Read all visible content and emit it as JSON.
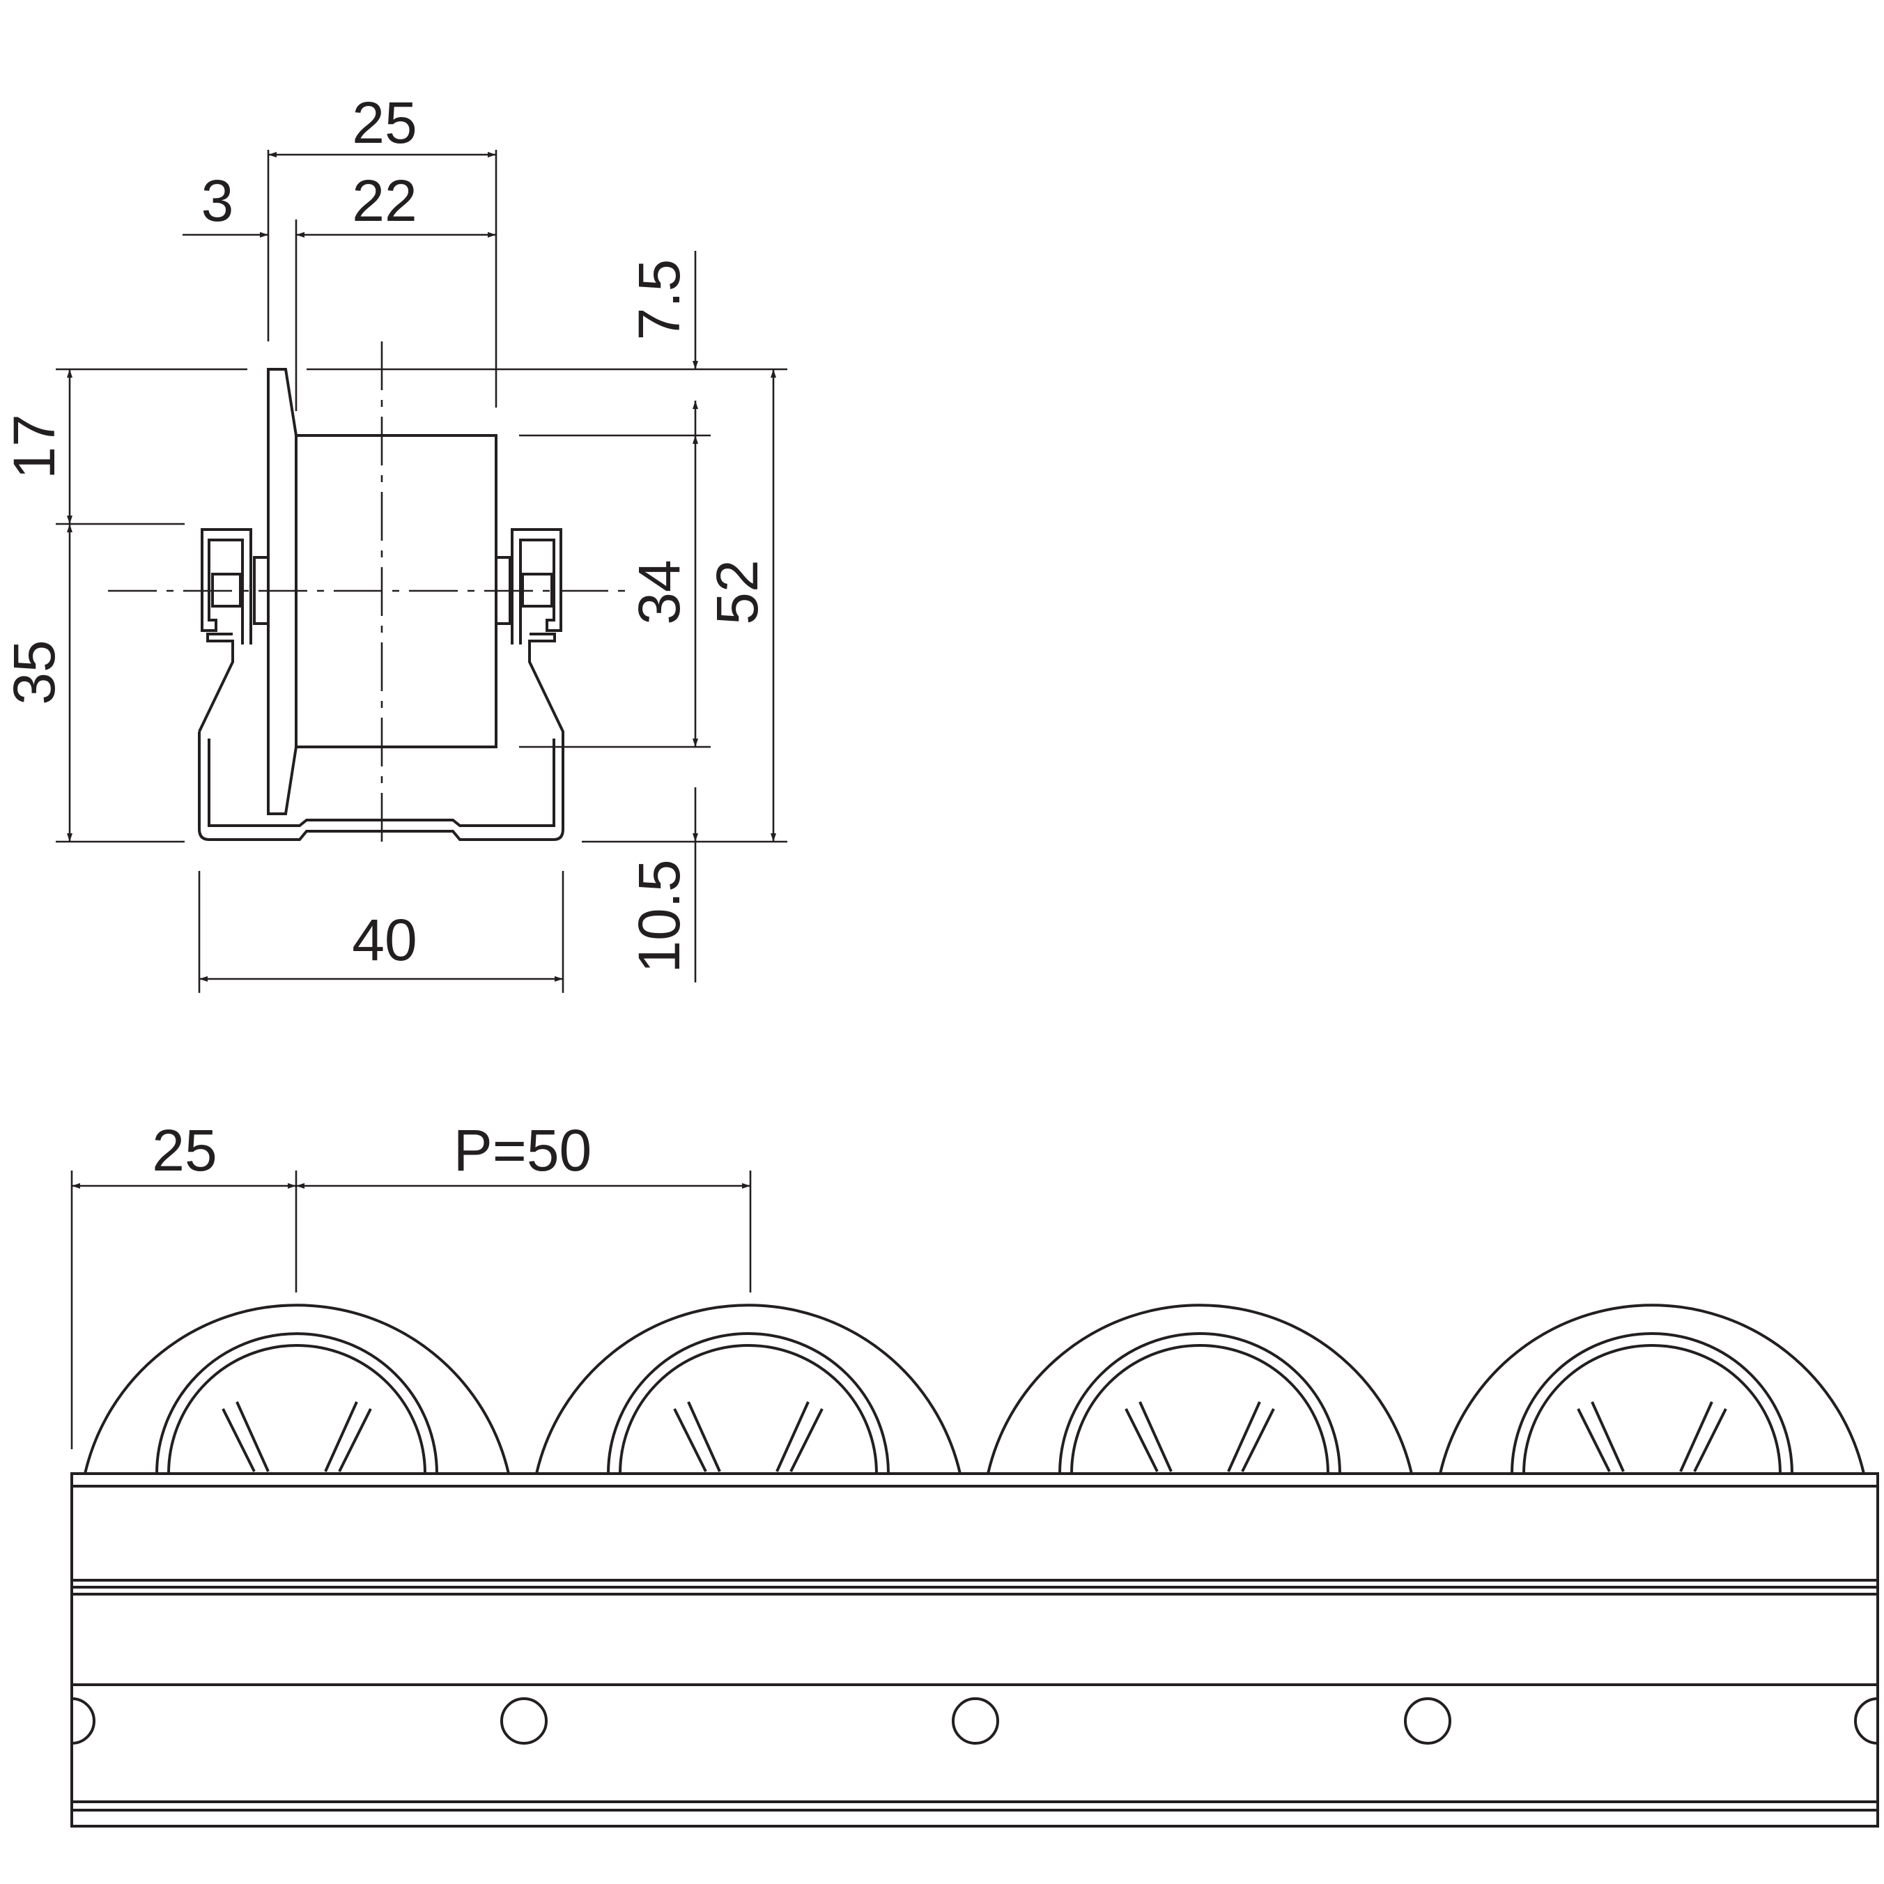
{
  "colors": {
    "line": "#231f20",
    "background": "#ffffff"
  },
  "dimensions": {
    "top_width_outer": "25",
    "flange_thickness": "3",
    "roller_width": "22",
    "roller_inset_top": "7.5",
    "height_upper": "17",
    "height_lower": "35",
    "roller_diameter": "34",
    "total_height": "52",
    "bottom_offset": "10.5",
    "frame_width": "40",
    "first_roller_offset": "25",
    "pitch": "P=50"
  }
}
